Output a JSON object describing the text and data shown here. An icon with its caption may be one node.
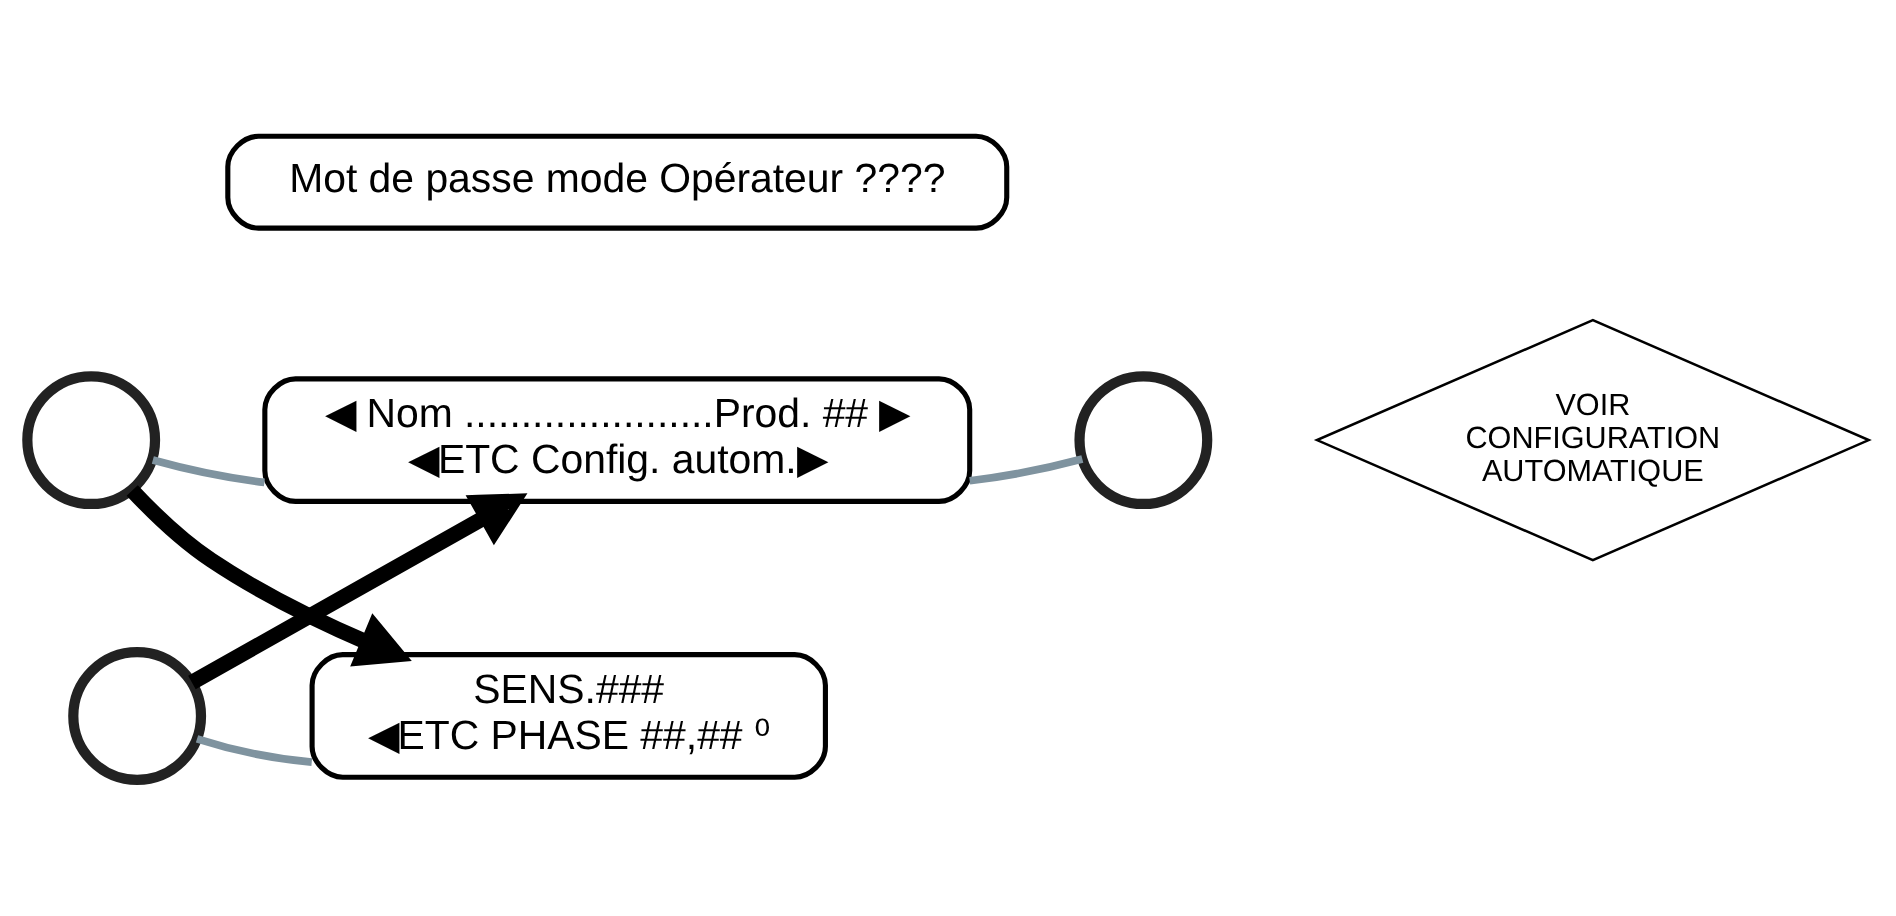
{
  "diagram": {
    "nodes": [
      {
        "text": [
          "Mot de passe mode Opérateur ????"
        ]
      },
      {
        "text": [
          "◀ Nom ......................Prod. ## ▶",
          "◀ETC Config. autom.▶"
        ]
      },
      {
        "text": [],
        "shape": "circle"
      },
      {
        "text": [],
        "shape": "circle"
      },
      {
        "text": [
          "VOIR CONFIGURATION AUTOMATIQUE"
        ]
      },
      {
        "text": [
          "SENS.###",
          "◀ETC PHASE ##,## ⁰"
        ]
      },
      {
        "text": [],
        "shape": "circle"
      }
    ],
    "edges": [
      {
        "from": 2,
        "to": 1,
        "arrow": "none"
      },
      {
        "from": 3,
        "to": 1,
        "arrow": "none"
      },
      {
        "from": 2,
        "to": 5,
        "arrow": "to",
        "style": "thick",
        "color": "#000000"
      },
      {
        "from": 6,
        "to": 5,
        "arrow": "none"
      },
      {
        "from": 6,
        "to": 1,
        "arrow": "to",
        "style": "thick",
        "color": "#000000"
      }
    ]
  }
}
